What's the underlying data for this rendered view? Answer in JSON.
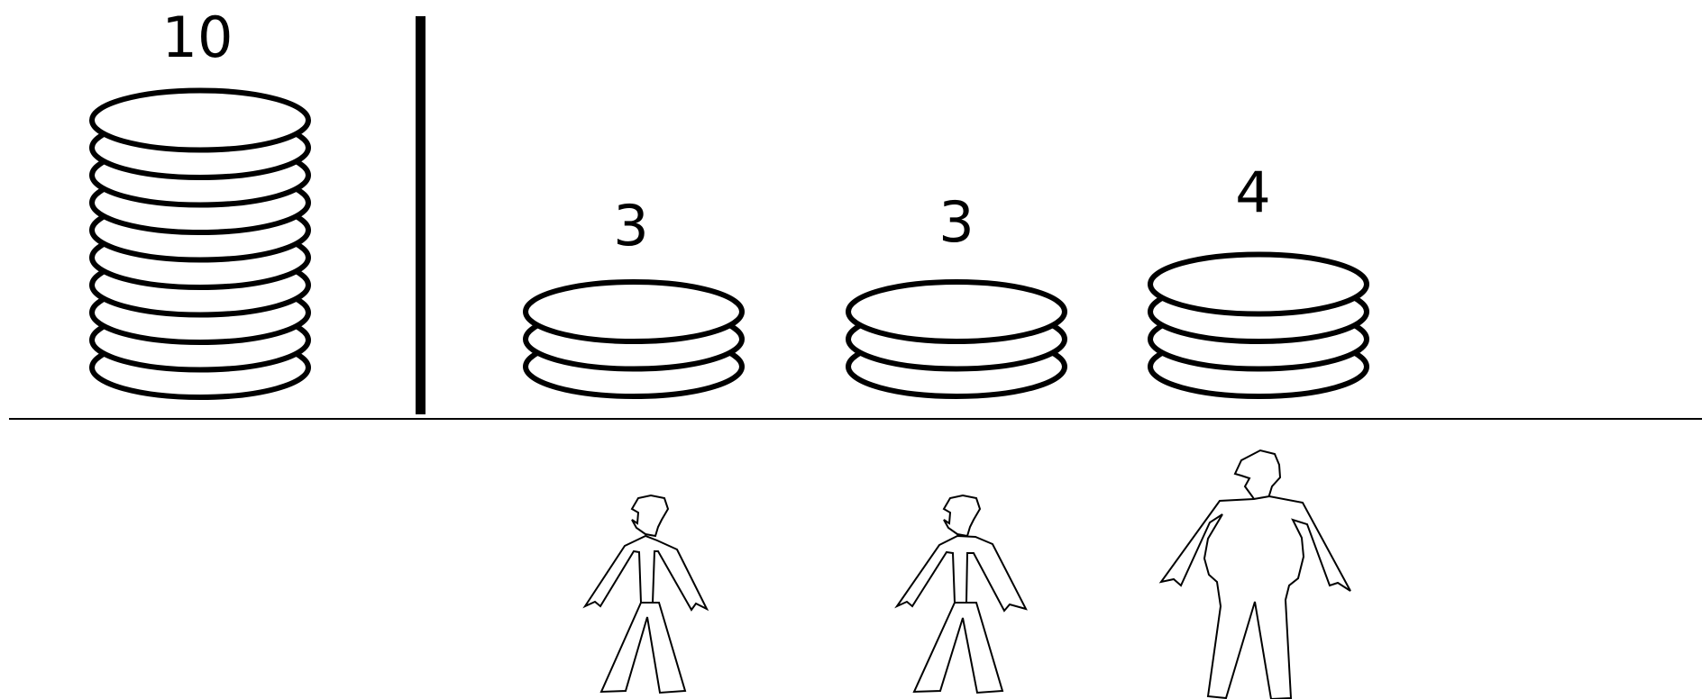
{
  "colors": {
    "ink": "#000000",
    "background": "#ffffff"
  },
  "total_pile": {
    "count_label": "10",
    "coins": 10
  },
  "shares": [
    {
      "count_label": "3",
      "coins": 3,
      "recipient": "person-small-1"
    },
    {
      "count_label": "3",
      "coins": 3,
      "recipient": "person-small-2"
    },
    {
      "count_label": "4",
      "coins": 4,
      "recipient": "person-large"
    }
  ]
}
